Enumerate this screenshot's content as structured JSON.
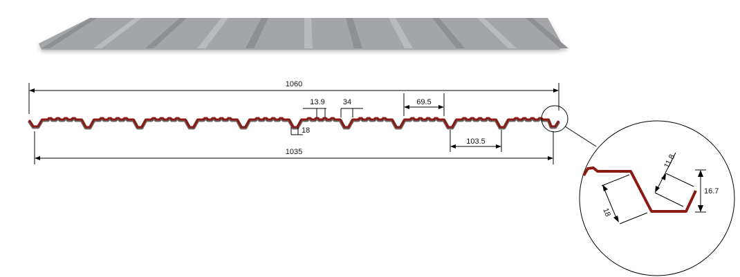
{
  "colors": {
    "profile": "#8b1a12",
    "profile_shadow": "#6b6b6b",
    "sheet": "#a3a5a8",
    "sheet_light": "#b8babd",
    "sheet_dark": "#8e9093"
  },
  "dimensions": {
    "overall_width": "1060",
    "effective_width": "1035",
    "rib_pitch": "69.5",
    "trough_pitch": "103.5",
    "minor_rib": "13.9",
    "rib_top": "34",
    "trough_bottom": "18"
  },
  "detail": {
    "slope_length": "18",
    "edge_offset": "11.8",
    "height": "16.7"
  }
}
